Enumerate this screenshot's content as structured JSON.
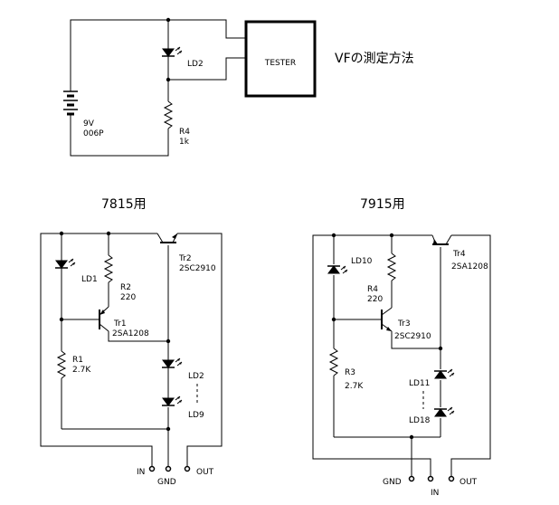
{
  "top_circuit": {
    "title": "VFの測定方法",
    "tester_label": "TESTER",
    "led_label": "LD2",
    "battery_voltage": "9V",
    "battery_type": "006P",
    "resistor_name": "R4",
    "resistor_value": "1k"
  },
  "circuit_7815": {
    "title": "7815用",
    "ld1": "LD1",
    "r2_name": "R2",
    "r2_value": "220",
    "tr1_name": "Tr1",
    "tr1_part": "2SA1208",
    "r1_name": "R1",
    "r1_value": "2.7K",
    "tr2_name": "Tr2",
    "tr2_part": "2SC2910",
    "ld_first": "LD2",
    "ld_last": "LD9",
    "in_label": "IN",
    "gnd_label": "GND",
    "out_label": "OUT"
  },
  "circuit_7915": {
    "title": "7915用",
    "ld10": "LD10",
    "r4_name": "R4",
    "r4_value": "220",
    "tr3_name": "Tr3",
    "tr3_part": "2SC2910",
    "r3_name": "R3",
    "r3_value": "2.7K",
    "tr4_name": "Tr4",
    "tr4_part": "2SA1208",
    "ld_first": "LD11",
    "ld_last": "LD18",
    "gnd_label": "GND",
    "in_label": "IN",
    "out_label": "OUT"
  }
}
